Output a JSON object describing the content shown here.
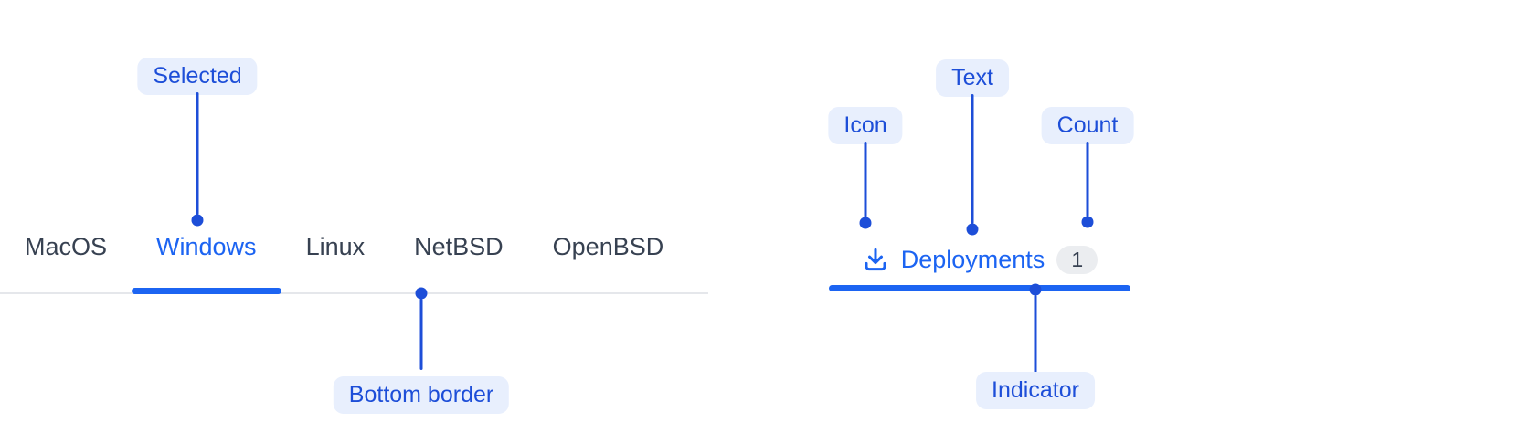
{
  "colors": {
    "accent_blue": "#1c64f2",
    "annotation_blue": "#1d4ed8",
    "annotation_pill_bg": "#e8effd",
    "tab_text": "#374151",
    "border_gray": "#e5e7eb",
    "badge_bg": "#ebedf0",
    "badge_text": "#374151"
  },
  "tabs_demo": {
    "items": [
      {
        "label": "MacOS",
        "selected": false
      },
      {
        "label": "Windows",
        "selected": true
      },
      {
        "label": "Linux",
        "selected": false
      },
      {
        "label": "NetBSD",
        "selected": false
      },
      {
        "label": "OpenBSD",
        "selected": false
      }
    ],
    "annotations": {
      "selected": "Selected",
      "bottom_border": "Bottom border"
    }
  },
  "tab_anatomy_demo": {
    "icon": "download-icon",
    "label": "Deployments",
    "count": "1",
    "annotations": {
      "icon": "Icon",
      "text": "Text",
      "count": "Count",
      "indicator": "Indicator"
    }
  }
}
